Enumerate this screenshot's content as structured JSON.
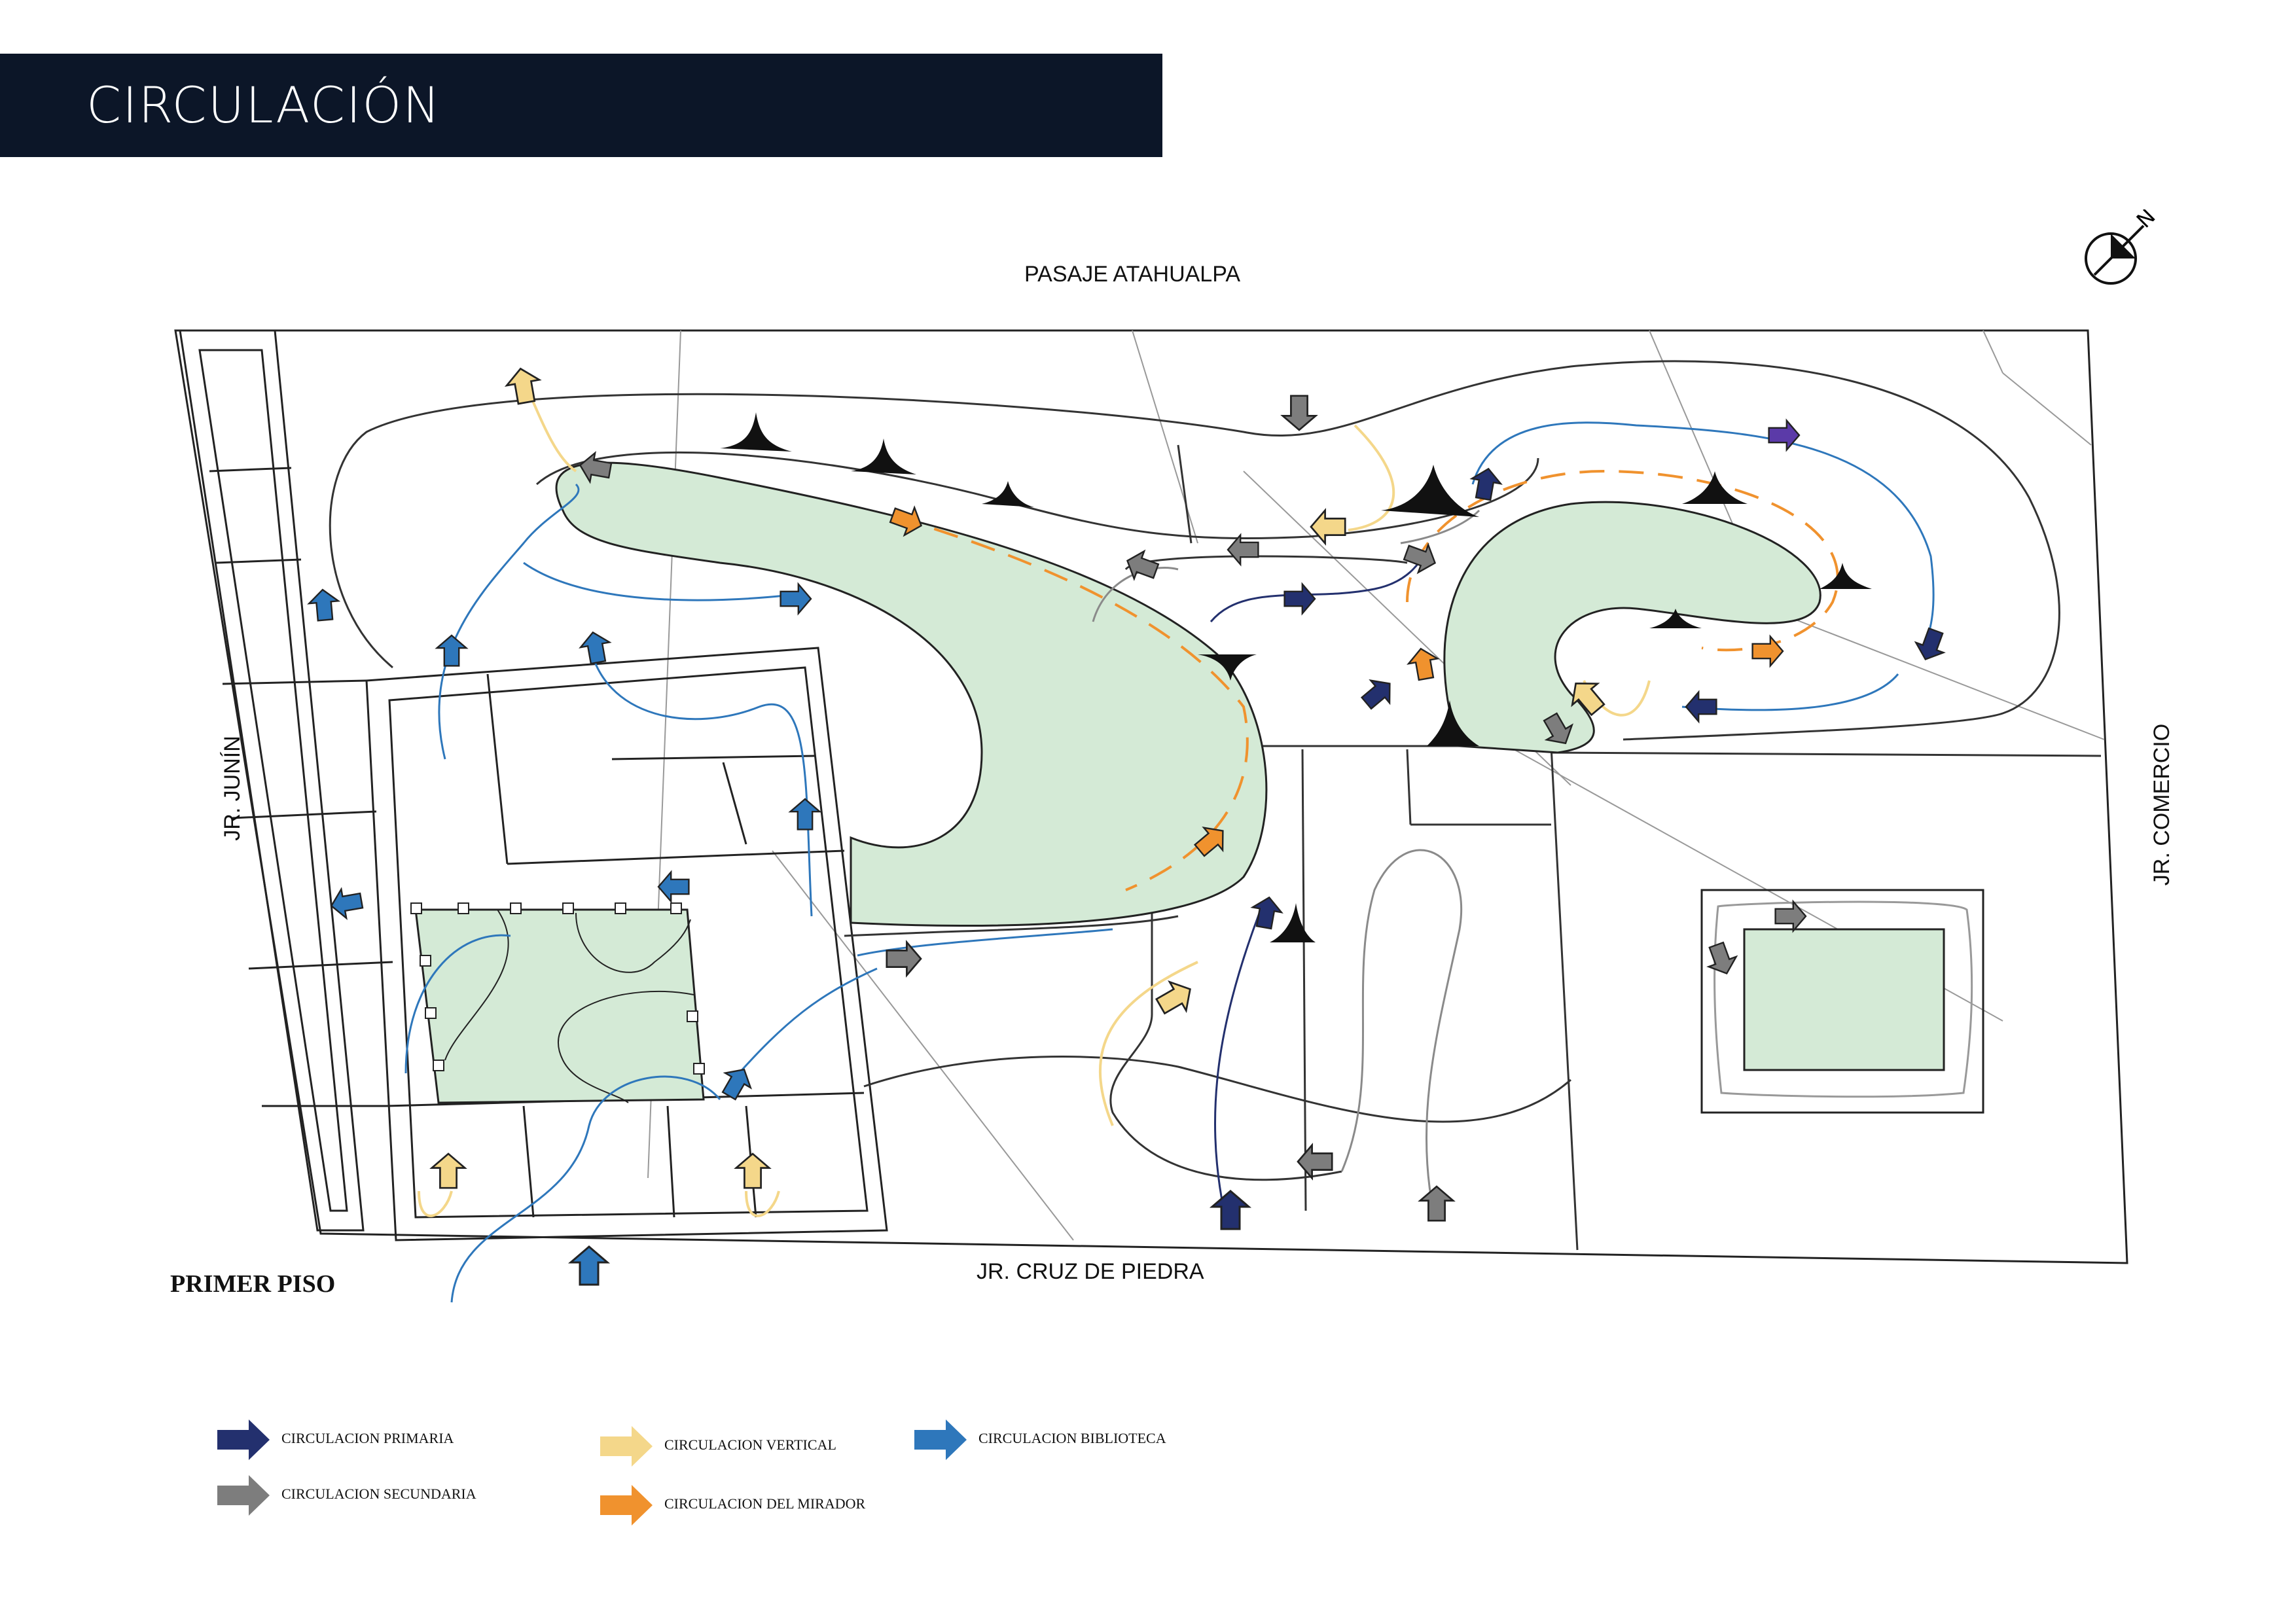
{
  "header": {
    "title": "CIRCULACIÓN"
  },
  "streets": {
    "north": "PASAJE ATAHUALPA",
    "south": "JR. CRUZ DE PIEDRA",
    "west": "JR. JUNÍN",
    "east": "JR. COMERCIO"
  },
  "floor_label": "PRIMER PISO",
  "compass": {
    "letter": "N"
  },
  "colors": {
    "primary": "#23306e",
    "secondary": "#7d7d7d",
    "vertical": "#f4d78a",
    "mirador": "#f0922e",
    "biblioteca": "#2e77bb",
    "green_area": "#d4ead6",
    "banner": "#0c1628"
  },
  "legend": [
    {
      "label": "CIRCULACION PRIMARIA",
      "color": "#23306e"
    },
    {
      "label": "CIRCULACION SECUNDARIA",
      "color": "#7d7d7d"
    },
    {
      "label": "CIRCULACION VERTICAL",
      "color": "#f4d78a"
    },
    {
      "label": "CIRCULACION DEL MIRADOR",
      "color": "#f0922e"
    },
    {
      "label": "CIRCULACION BIBLIOTECA",
      "color": "#2e77bb"
    }
  ]
}
